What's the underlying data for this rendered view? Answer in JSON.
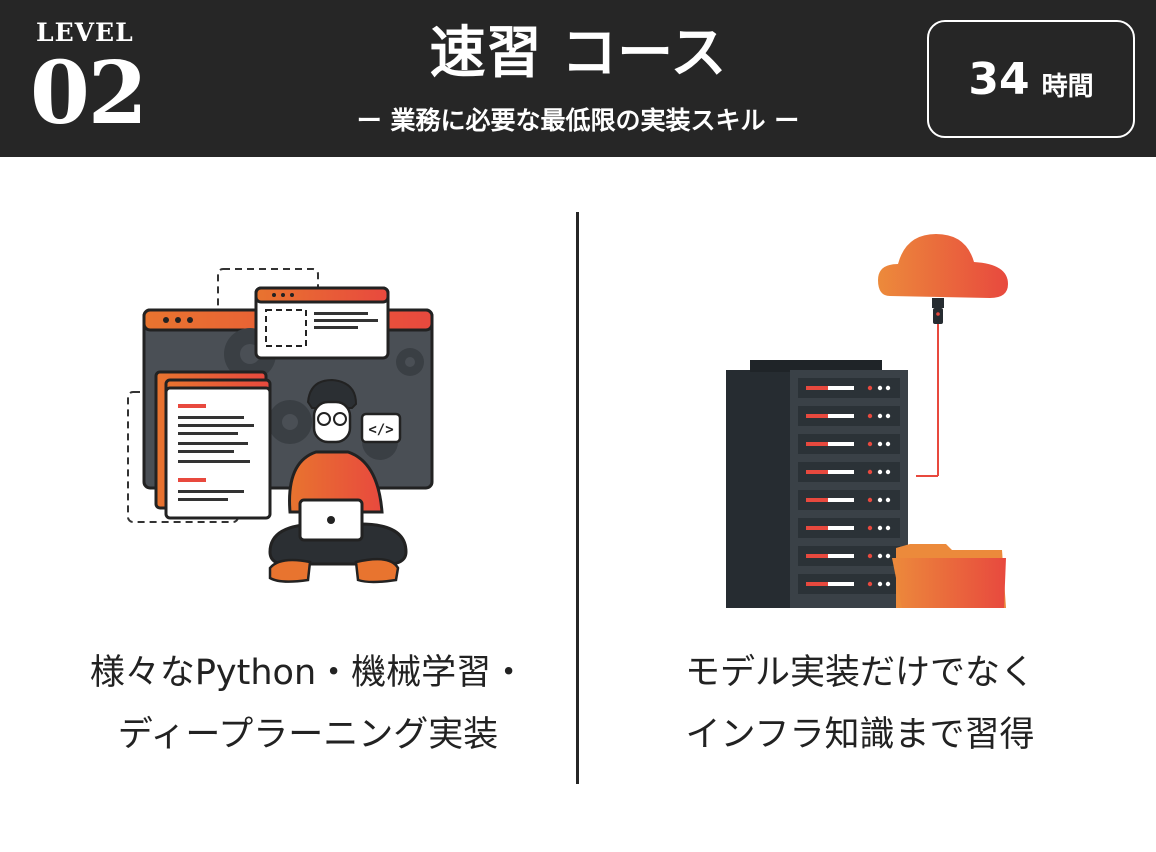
{
  "header": {
    "level_label": "LEVEL",
    "level_number": "02",
    "title": "速習 コース",
    "subtitle": "ー 業務に必要な最低限の実装スキル ー",
    "hours_value": "34",
    "hours_unit": "時間"
  },
  "left": {
    "caption_line1": "様々なPython・機械学習・",
    "caption_line2": "ディープラーニング実装",
    "illustration_code_tag": "</>"
  },
  "right": {
    "caption_line1": "モデル実装だけでなく",
    "caption_line2": "インフラ知識まで習得"
  },
  "colors": {
    "header_bg": "#262626",
    "accent_orange": "#e8742f",
    "accent_red": "#e8493e",
    "dark": "#262c31"
  }
}
